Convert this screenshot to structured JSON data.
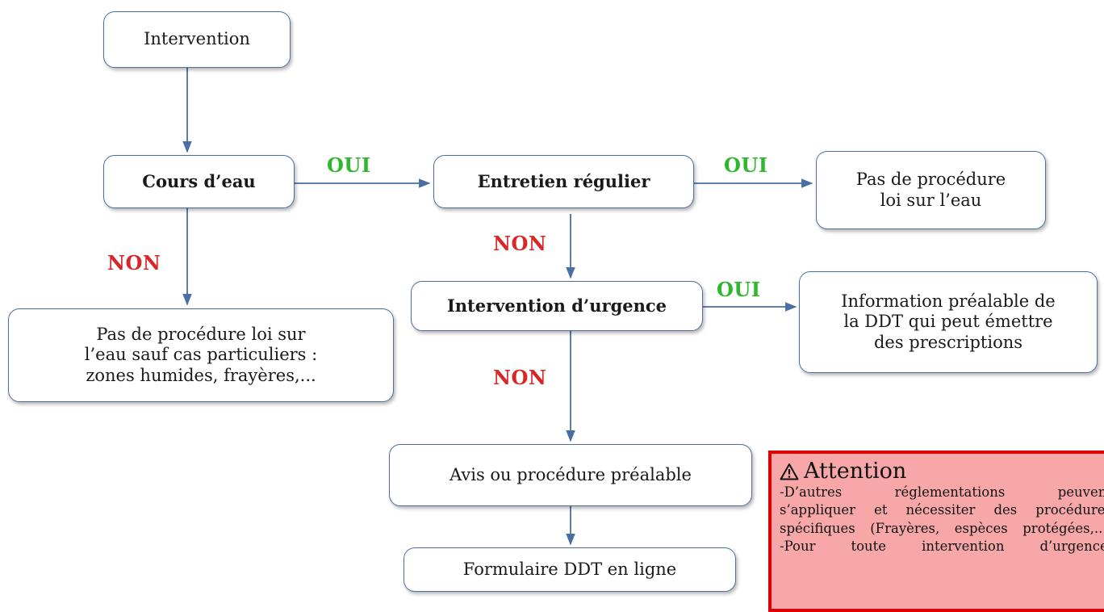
{
  "nodes": {
    "intervention": "Intervention",
    "cours_eau": "Cours d’eau",
    "entretien": "Entretien régulier",
    "pas_procedure": "Pas de procédure\nloi sur l’eau",
    "pas_procedure_sauf": "Pas de procédure loi sur\nl’eau sauf cas particuliers :\nzones humides, frayères,...",
    "urgence": "Intervention d’urgence",
    "information": "Information préalable de\nla DDT qui peut émettre\ndes prescriptions",
    "avis": "Avis ou procédure préalable",
    "formulaire": "Formulaire DDT en ligne"
  },
  "labels": {
    "oui_1": "OUI",
    "oui_2": "OUI",
    "oui_3": "OUI",
    "non_1": "NON",
    "non_2": "NON",
    "non_3": "NON"
  },
  "attention": {
    "icon": "warning-icon",
    "title": "Attention",
    "lines": [
      "-D’autres réglementations peuvent",
      "s’appliquer et nécessiter des procédures",
      "spécifiques (Frayères, espèces protégées,...)",
      "-Pour toute intervention d’urgence,"
    ]
  },
  "colors": {
    "edge": "#4a6fa5",
    "oui": "#2db82d",
    "non": "#d62828",
    "attention_border": "#e00000",
    "attention_fill": "#f7a7a7"
  }
}
